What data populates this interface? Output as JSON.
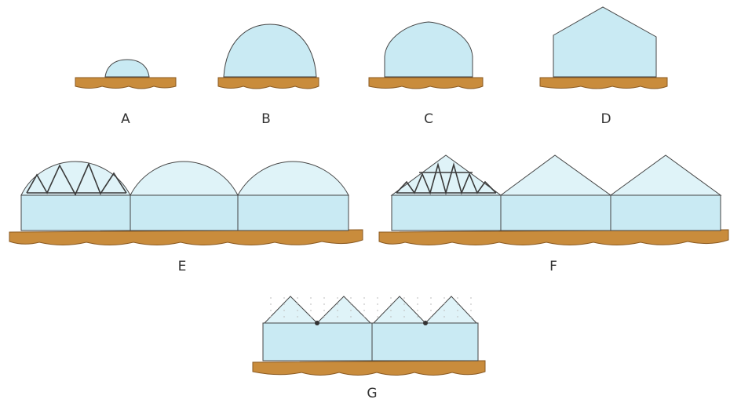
{
  "colors": {
    "glass": "#c9eaf3",
    "glass_top": "#dff3f8",
    "outline": "#444444",
    "ground": "#c98c3c",
    "ground_dark": "#8a5a22"
  },
  "figures": [
    {
      "id": "a",
      "label": "A",
      "shape": "small dome"
    },
    {
      "id": "b",
      "label": "B",
      "shape": "tall dome"
    },
    {
      "id": "c",
      "label": "C",
      "shape": "gothic arch"
    },
    {
      "id": "d",
      "label": "D",
      "shape": "gable"
    },
    {
      "id": "e",
      "label": "E",
      "shape": "ridge-and-furrow arched, with truss"
    },
    {
      "id": "f",
      "label": "F",
      "shape": "ridge-and-furrow gabled, with truss"
    },
    {
      "id": "g",
      "label": "G",
      "shape": "sawtooth / multi-span gable"
    }
  ]
}
